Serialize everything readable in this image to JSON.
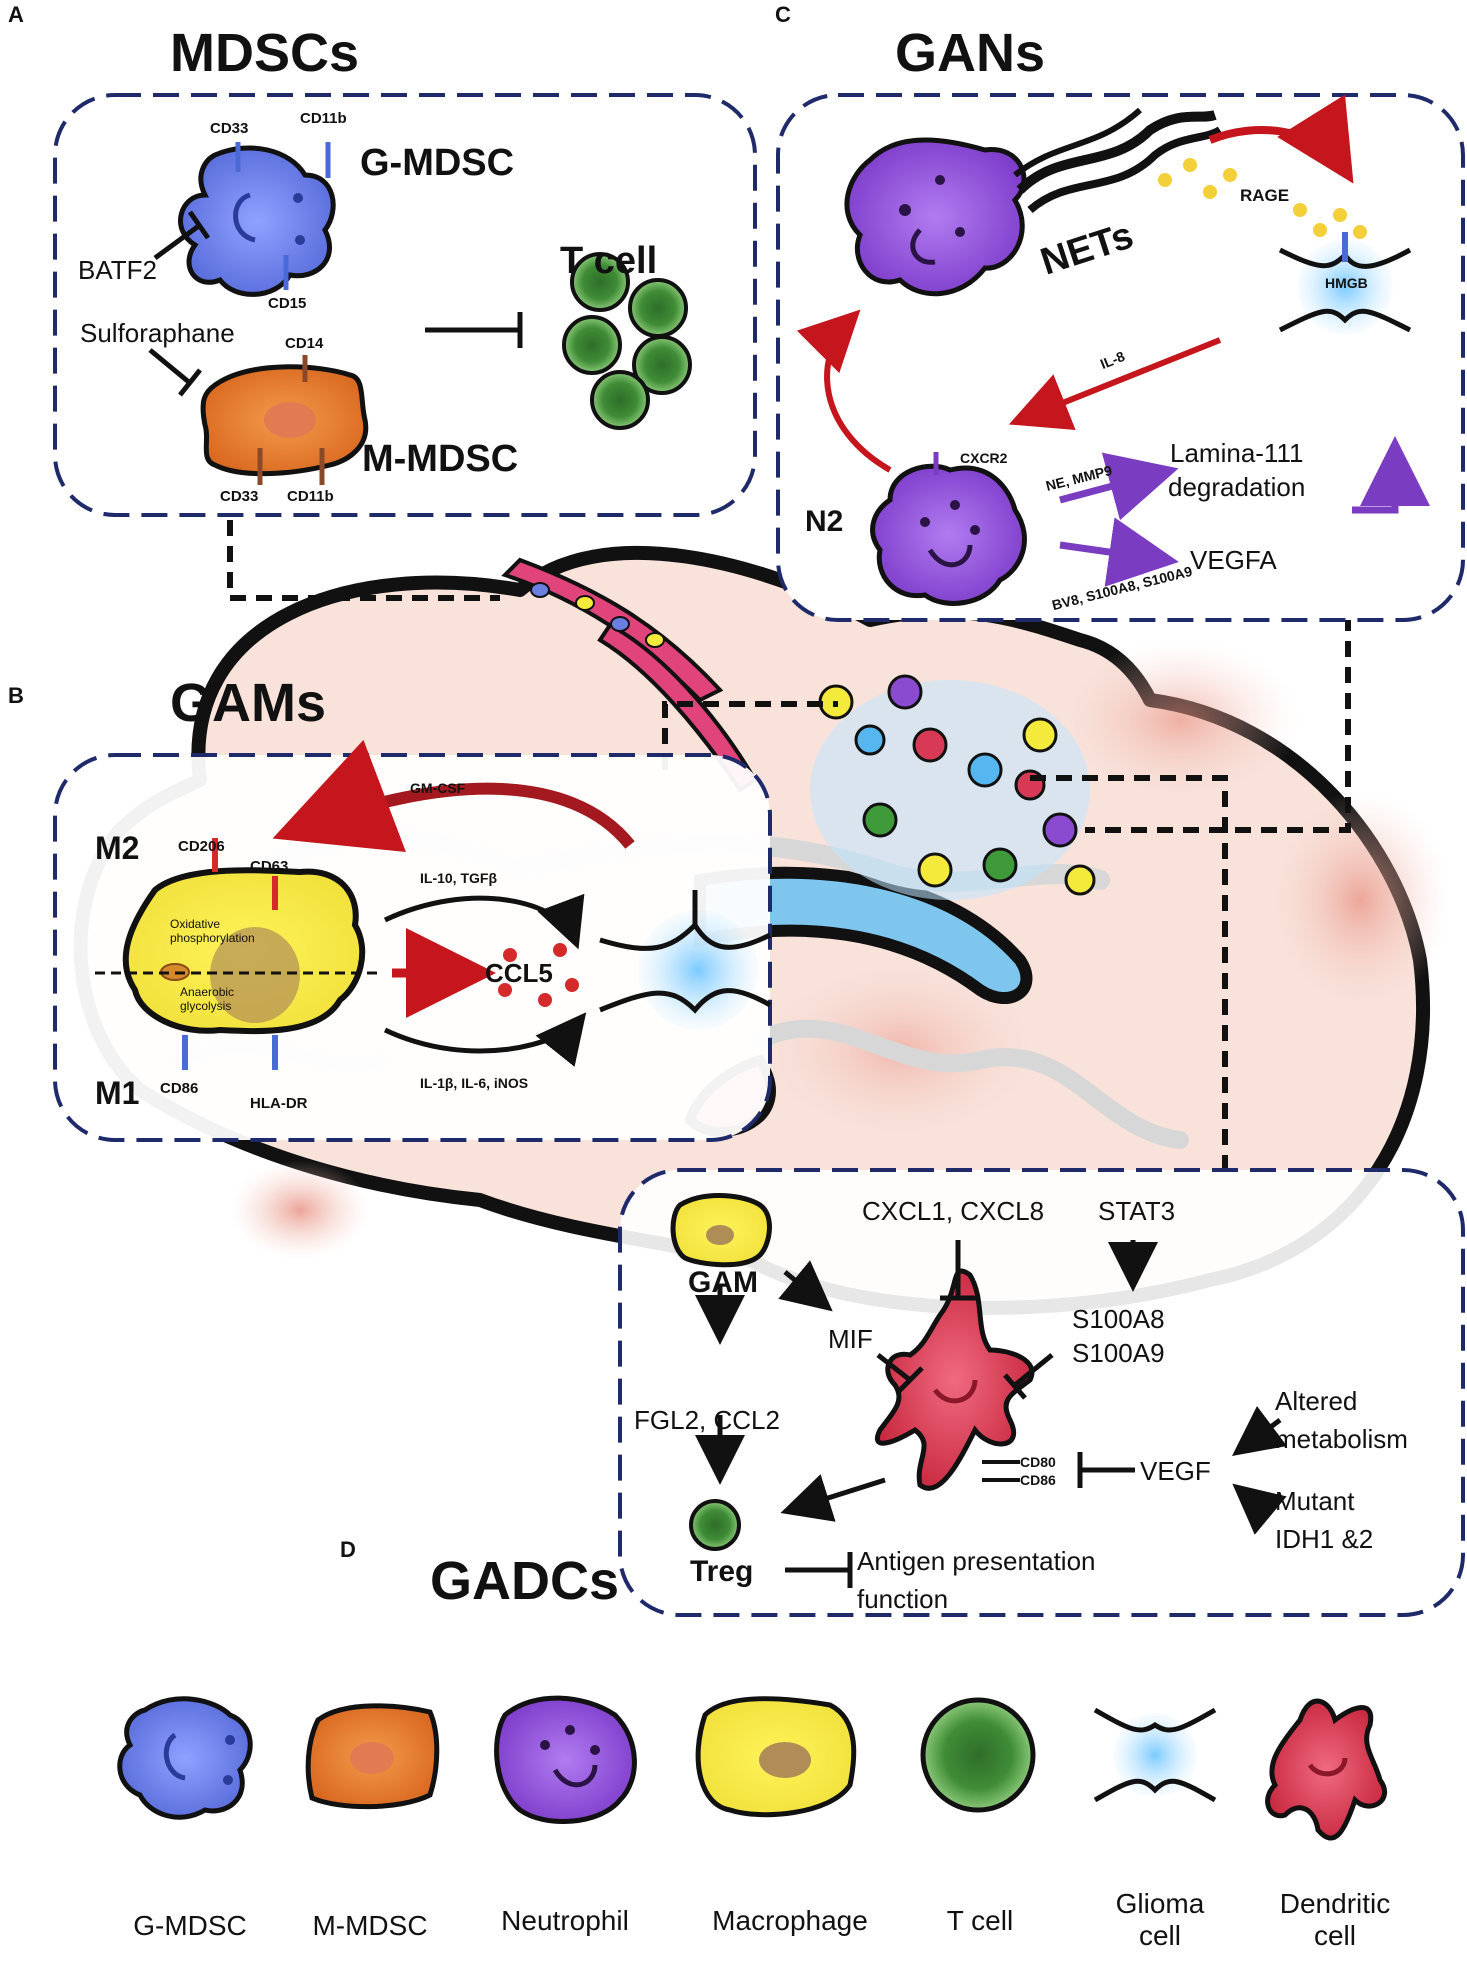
{
  "panels": {
    "a": {
      "letter": "A",
      "heading": "MDSCs",
      "g_mdsc": "G-MDSC",
      "m_mdsc": "M-MDSC",
      "t_cell": "T cell",
      "markers": {
        "cd33_top": "CD33",
        "cd11b_top": "CD11b",
        "cd15": "CD15",
        "cd14": "CD14",
        "cd33_bottom": "CD33",
        "cd11b_bottom": "CD11b"
      },
      "inhibitors": {
        "batf2": "BATF2",
        "sulforaphane": "Sulforaphane"
      }
    },
    "b": {
      "letter": "B",
      "heading": "GAMs",
      "m2": "M2",
      "m1": "M1",
      "markers": {
        "cd206": "CD206",
        "cd63": "CD63",
        "cd86": "CD86",
        "hla_dr": "HLA-DR"
      },
      "metabolism": {
        "oxphos_line1": "Oxidative",
        "oxphos_line2": "phosphorylation",
        "glyco_line1": "Anaerobic",
        "glyco_line2": "glycolysis"
      },
      "gm_csf": "GM-CSF",
      "il10": "IL-10, TGFβ",
      "il1": "IL-1β, IL-6, iNOS",
      "ccl5": "CCL5"
    },
    "c": {
      "letter": "C",
      "heading": "GANs",
      "nets": "NETs",
      "rage": "RAGE",
      "hmgb": "HMGB",
      "il8": "IL-8",
      "cxcr2": "CXCR2",
      "n2": "N2",
      "ne_mmp9": "NE, MMP9",
      "lamina_line1": "Lamina-111",
      "lamina_line2": "degradation",
      "bv8": "BV8, S100A8, S100A9",
      "vegfa": "VEGFA"
    },
    "d": {
      "letter": "D",
      "heading": "GADCs",
      "gam": "GAM",
      "cxcl": "CXCL1, CXCL8",
      "stat3": "STAT3",
      "mif": "MIF",
      "s100a8": "S100A8",
      "s100a9": "S100A9",
      "fgl2": "FGL2, CCL2",
      "altered_line1": "Altered",
      "altered_line2": "metabolism",
      "cd80": "CD80",
      "cd86": "CD86",
      "vegf": "VEGF",
      "mutant_line1": "Mutant",
      "mutant_line2": "IDH1 &2",
      "treg": "Treg",
      "antigen_line1": "Antigen presentation",
      "antigen_line2": "function"
    }
  },
  "legend": [
    {
      "label_line1": "G-MDSC",
      "label_line2": ""
    },
    {
      "label_line1": "M-MDSC",
      "label_line2": ""
    },
    {
      "label_line1": "Neutrophil",
      "label_line2": ""
    },
    {
      "label_line1": "Macrophage",
      "label_line2": ""
    },
    {
      "label_line1": "T cell",
      "label_line2": ""
    },
    {
      "label_line1": "Glioma",
      "label_line2": "cell"
    },
    {
      "label_line1": "Dendritic",
      "label_line2": "cell"
    }
  ],
  "colors": {
    "panel_border": "#1f2a6b",
    "g_mdsc": "#6b7fe0",
    "m_mdsc": "#e07a2a",
    "neutrophil": "#8a4bd0",
    "macrophage": "#f3ea3c",
    "t_cell": "#3f9a3a",
    "glioma": "#56b6f0",
    "dendritic": "#d83a55",
    "brain": "#f6d2c8",
    "red_arrow": "#c4161c",
    "purple_arrow": "#7a3cc0"
  }
}
